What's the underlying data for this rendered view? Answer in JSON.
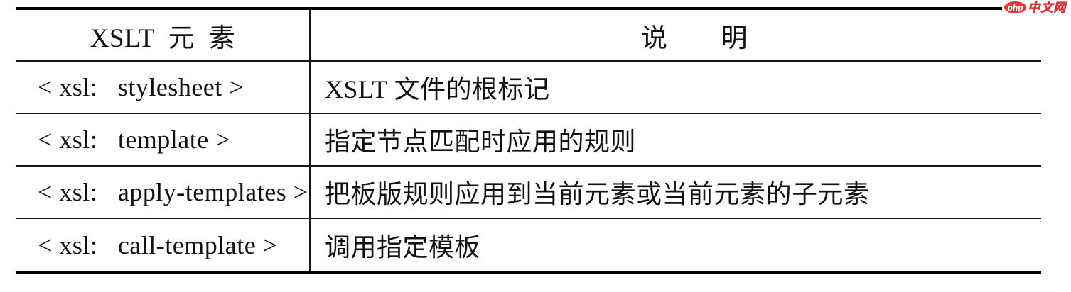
{
  "logo": {
    "badge_text": "php",
    "site_text": "中文网",
    "brand_color": "#e8353d"
  },
  "table": {
    "border_color": "#000000",
    "header": {
      "col1": "XSLT  元  素",
      "col2": "说　　明"
    },
    "rows": [
      {
        "element": "< xsl:   stylesheet >",
        "description": "XSLT 文件的根标记"
      },
      {
        "element": "< xsl:   template >",
        "description": "指定节点匹配时应用的规则"
      },
      {
        "element": "< xsl:   apply-templates >",
        "description": "把板版规则应用到当前元素或当前元素的子元素"
      },
      {
        "element": "< xsl:   call-template >",
        "description": "调用指定模板"
      }
    ]
  }
}
